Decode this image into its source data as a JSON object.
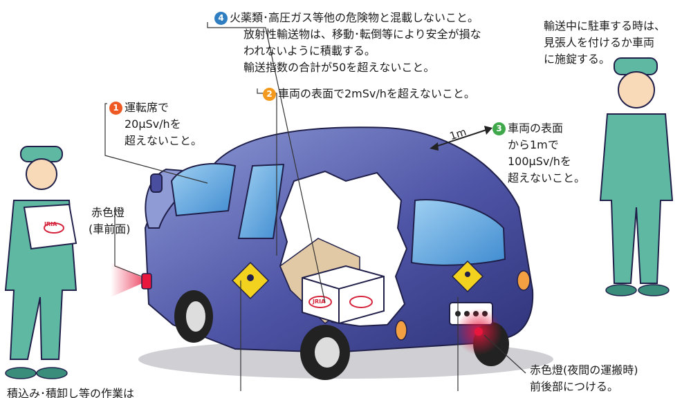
{
  "labels": {
    "n1": {
      "num": "1",
      "color": "#ef5a24",
      "lines": [
        "運転席で",
        "20μSv/hを",
        "超えないこと。"
      ]
    },
    "n2": {
      "num": "2",
      "color": "#f39a1e",
      "lines": [
        "車両の表面で2mSv/hを超えないこと。"
      ]
    },
    "n3": {
      "num": "3",
      "color": "#3ea84a",
      "lines": [
        "車両の表面",
        "から1mで",
        "100μSv/hを",
        "超えないこと。"
      ]
    },
    "n4": {
      "num": "4",
      "color": "#2f7ec2",
      "lines": [
        "火薬類･高圧ガス等他の危険物と混載しないこと。",
        "放射性輸送物は、移動･転倒等により安全が損な",
        "われないように積載する。",
        "輸送指数の合計が50を超えないこと。"
      ]
    },
    "parking": {
      "lines": [
        "輸送中に駐車する時は、",
        "見張人を付けるか車両",
        "に施錠する。"
      ]
    },
    "red_front": {
      "lines": [
        "赤色燈",
        "(車前面)"
      ]
    },
    "red_rear": {
      "lines": [
        "赤色燈(夜間の運搬時)",
        "前後部につける。"
      ]
    },
    "loading": {
      "text": "積込み･積卸し等の作業は"
    },
    "distance": {
      "text": "1m"
    }
  },
  "package_logo": "JRIA",
  "colors": {
    "van_body": "#4a4e9e",
    "van_light": "#7f8fcf",
    "window": "#5aa6df",
    "uniform": "#5fb8a2",
    "uniform_dark": "#3b8d7b",
    "red_light": "#e8163c"
  },
  "icons": [
    "radiation-label-icon",
    "red-beacon-icon",
    "package-box-icon",
    "double-arrow-icon"
  ]
}
